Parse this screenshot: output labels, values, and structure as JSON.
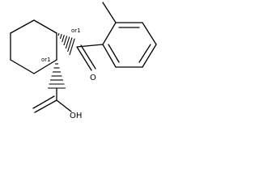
{
  "molecule": {
    "stereo_labels": [
      "or1",
      "or1"
    ],
    "atoms": {
      "carbonyl_oxygen": "O",
      "hydroxyl": "OH"
    }
  }
}
